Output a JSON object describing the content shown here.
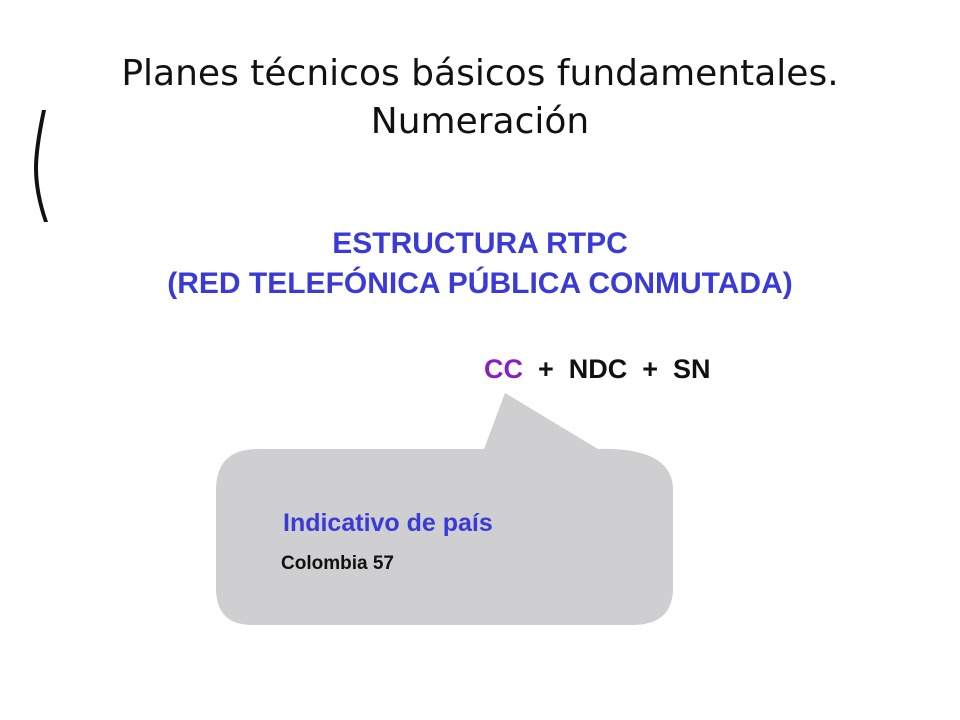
{
  "slide": {
    "title_lines": [
      "Planes técnicos básicos fundamentales.",
      "Numeración"
    ]
  },
  "structure": {
    "title_lines": [
      "ESTRUCTURA RTPC",
      "(RED TELEFÓNICA PÚBLICA CONMUTADA)"
    ],
    "formula": {
      "cc": "CC",
      "rest": "  +  NDC  +  SN"
    }
  },
  "callout": {
    "title": "Indicativo de país",
    "detail": "Colombia 57"
  },
  "colors": {
    "heading_blue": "#3a3ad6",
    "cc_purple": "#8a1fc0",
    "callout_fill": "#cfcfd1"
  }
}
